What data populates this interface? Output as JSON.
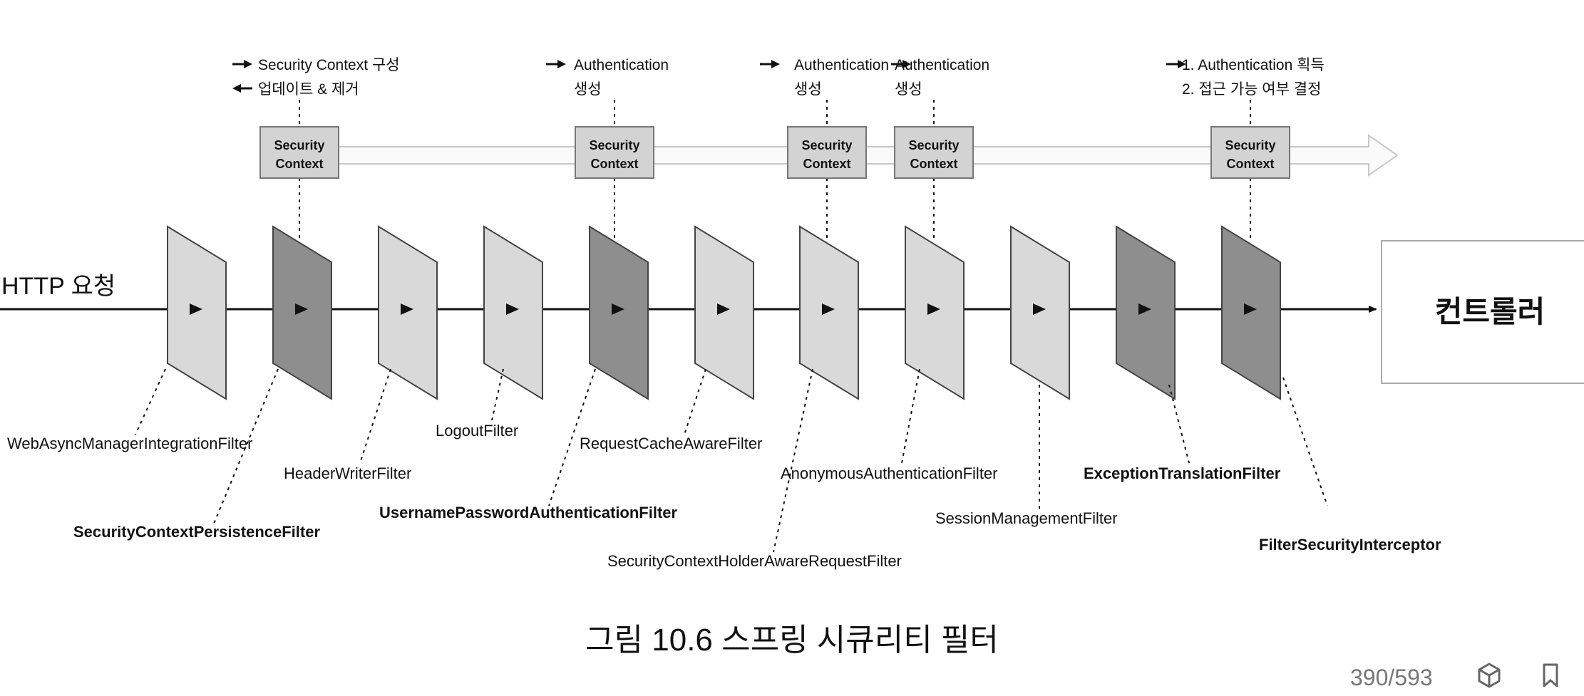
{
  "diagram": {
    "http_request": "HTTP 요청",
    "controller": "컨트롤러",
    "security_context": [
      "Security",
      "Context"
    ],
    "context_notes": [
      {
        "lines": [
          "Security Context 구성",
          "업데이트 & 제거"
        ],
        "arrows": [
          "right",
          "left"
        ]
      },
      {
        "lines": [
          "Authentication",
          "생성"
        ],
        "arrows": [
          "right",
          "none"
        ]
      },
      {
        "lines": [
          "Authentication",
          "생성"
        ],
        "arrows": [
          "right",
          "none"
        ]
      },
      {
        "lines": [
          "Authentication",
          "생성"
        ],
        "arrows": [
          "right",
          "none"
        ]
      },
      {
        "lines": [
          "1. Authentication 획득",
          "2. 접근 가능 여부 결정"
        ],
        "arrows": [
          "right",
          "none"
        ]
      }
    ],
    "filters": [
      {
        "name": "WebAsyncManagerIntegrationFilter",
        "bold": false,
        "shade": "light"
      },
      {
        "name": "SecurityContextPersistenceFilter",
        "bold": true,
        "shade": "dark"
      },
      {
        "name": "HeaderWriterFilter",
        "bold": false,
        "shade": "light"
      },
      {
        "name": "LogoutFilter",
        "bold": false,
        "shade": "light"
      },
      {
        "name": "UsernamePasswordAuthenticationFilter",
        "bold": true,
        "shade": "dark"
      },
      {
        "name": "RequestCacheAwareFilter",
        "bold": false,
        "shade": "light"
      },
      {
        "name": "SecurityContextHolderAwareRequestFilter",
        "bold": false,
        "shade": "light"
      },
      {
        "name": "AnonymousAuthenticationFilter",
        "bold": false,
        "shade": "light"
      },
      {
        "name": "SessionManagementFilter",
        "bold": false,
        "shade": "light"
      },
      {
        "name": "ExceptionTranslationFilter",
        "bold": true,
        "shade": "dark"
      },
      {
        "name": "FilterSecurityInterceptor",
        "bold": true,
        "shade": "dark"
      }
    ]
  },
  "caption": "그림 10.6 스프링 시큐리티 필터",
  "footer": {
    "page": "390/593",
    "cube_icon": "cube-icon",
    "bookmark_icon": "bookmark-icon"
  },
  "colors": {
    "panel_light": "#d9d9d9",
    "panel_dark": "#8e8e8e",
    "context_box": "#d3d3d3",
    "line": "#111111"
  }
}
